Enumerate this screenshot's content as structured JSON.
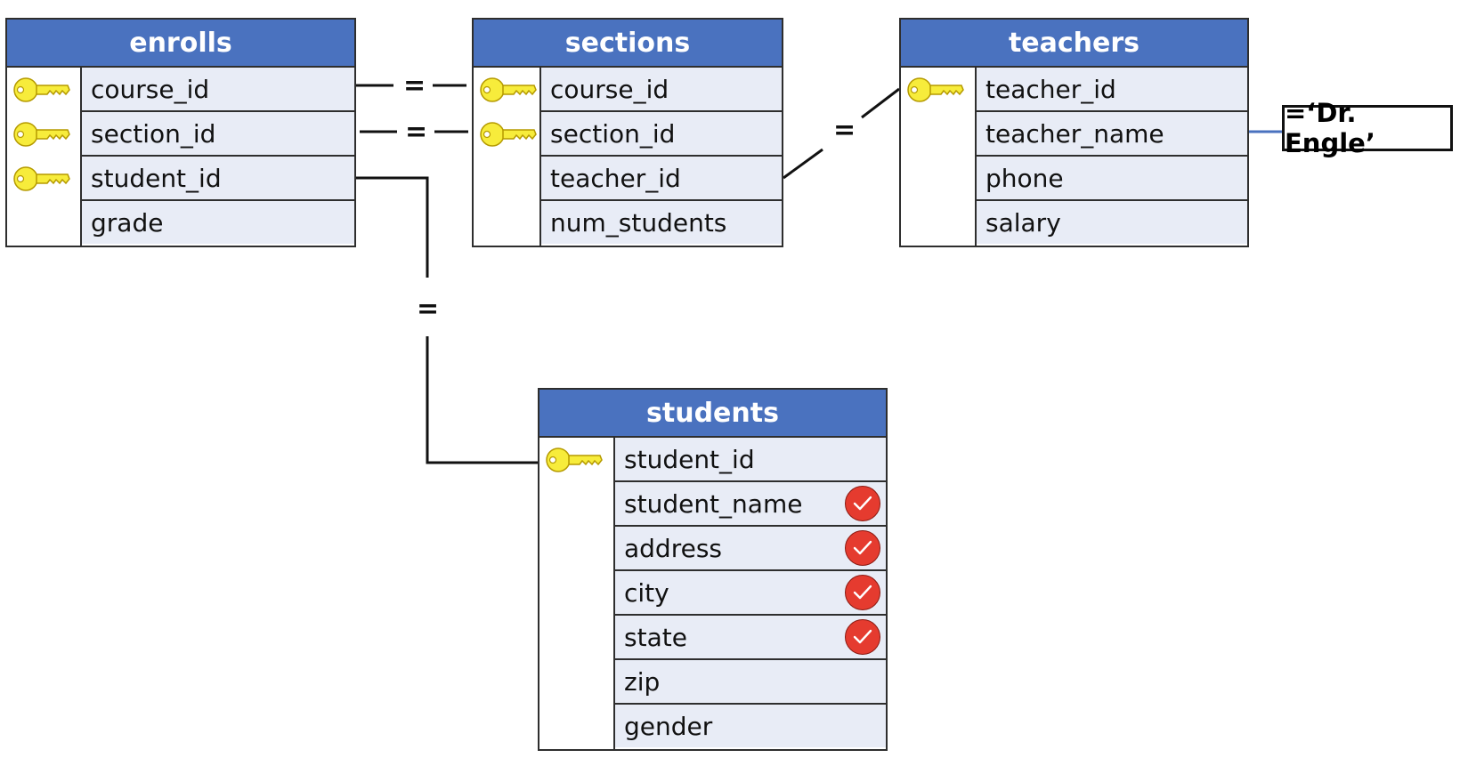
{
  "tables": {
    "enrolls": {
      "title": "enrolls",
      "fields": [
        {
          "name": "course_id",
          "key": true
        },
        {
          "name": "section_id",
          "key": true
        },
        {
          "name": "student_id",
          "key": true
        },
        {
          "name": "grade",
          "key": false
        }
      ]
    },
    "sections": {
      "title": "sections",
      "fields": [
        {
          "name": "course_id",
          "key": true
        },
        {
          "name": "section_id",
          "key": true
        },
        {
          "name": "teacher_id",
          "key": false
        },
        {
          "name": "num_students",
          "key": false
        }
      ]
    },
    "teachers": {
      "title": "teachers",
      "fields": [
        {
          "name": "teacher_id",
          "key": true
        },
        {
          "name": "teacher_name",
          "key": false
        },
        {
          "name": "phone",
          "key": false
        },
        {
          "name": "salary",
          "key": false
        }
      ]
    },
    "students": {
      "title": "students",
      "fields": [
        {
          "name": "student_id",
          "key": true,
          "selected": false
        },
        {
          "name": "student_name",
          "key": false,
          "selected": true
        },
        {
          "name": "address",
          "key": false,
          "selected": true
        },
        {
          "name": "city",
          "key": false,
          "selected": true
        },
        {
          "name": "state",
          "key": false,
          "selected": true
        },
        {
          "name": "zip",
          "key": false,
          "selected": false
        },
        {
          "name": "gender",
          "key": false,
          "selected": false
        }
      ]
    }
  },
  "join_symbols": {
    "enrolls_sections_course": "=",
    "enrolls_sections_section": "=",
    "sections_teachers": "=",
    "enrolls_students": "="
  },
  "filter": {
    "label": "=‘Dr. Engle’"
  },
  "colors": {
    "header": "#4a72bf",
    "row": "#e8ecf6",
    "key": "#f7ec3b",
    "check": "#e53b2f",
    "filter_line": "#4a72bf"
  }
}
